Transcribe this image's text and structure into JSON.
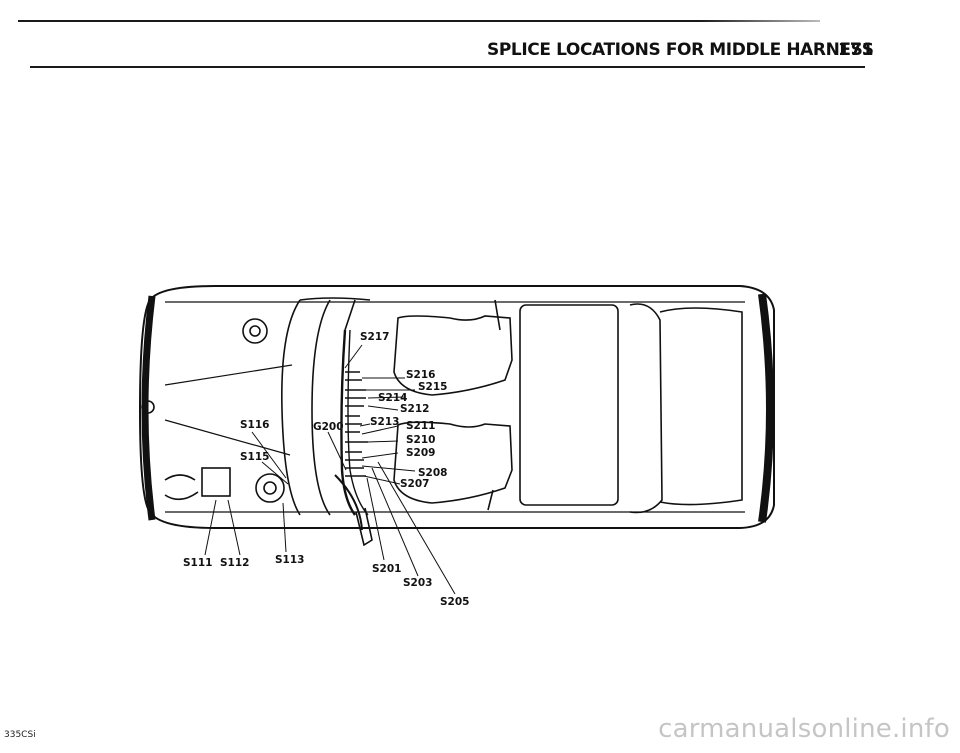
{
  "header": {
    "title": "SPLICE LOCATIONS FOR MIDDLE HARNESS",
    "page_number": "171"
  },
  "footer": {
    "model": "335CSi"
  },
  "watermark": "carmanualsonline.info",
  "diagram": {
    "labels": {
      "s217": "S217",
      "s216": "S216",
      "s215": "S215",
      "s214": "S214",
      "s212": "S212",
      "s213": "S213",
      "s211": "S211",
      "s210": "S210",
      "s209": "S209",
      "s208": "S208",
      "s207": "S207",
      "g200": "G200",
      "s116": "S116",
      "s115": "S115",
      "s111": "S111",
      "s112": "S112",
      "s113": "S113",
      "s201": "S201",
      "s203": "S203",
      "s205": "S205"
    }
  }
}
